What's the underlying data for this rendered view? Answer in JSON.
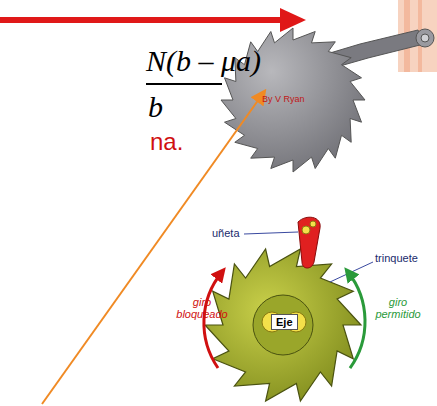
{
  "diagram": {
    "nodes": [
      {
        "text": [
          "Eje"
        ]
      }
    ],
    "labels": [
      "By V Ryan",
      "N(b – μa)",
      "b",
      "na.",
      "uñeta",
      "trinquete",
      "giro bloqueado",
      "giro permitido"
    ]
  }
}
